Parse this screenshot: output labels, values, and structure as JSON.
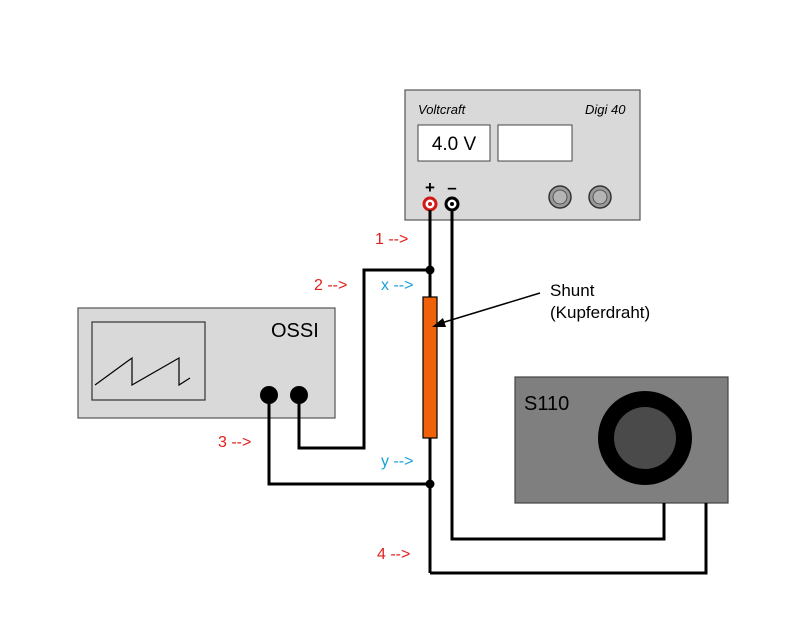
{
  "power_supply": {
    "brand": "Voltcraft",
    "model": "Digi 40",
    "display_voltage": "4.0 V",
    "plus_symbol": "+",
    "minus_symbol": "–"
  },
  "oscilloscope": {
    "label": "OSSI"
  },
  "speaker": {
    "label": "S110"
  },
  "shunt": {
    "line1": "Shunt",
    "line2": "(Kupferdraht)"
  },
  "markers": {
    "m1": "1 -->",
    "m2": "2 -->",
    "m3": "3 -->",
    "m4": "4 -->",
    "x": "x -->",
    "y": "y -->"
  },
  "colors": {
    "red_marker": "#e0201c",
    "blue_marker": "#1aa0d8",
    "shunt_fill": "#f0620a",
    "wire": "#000000",
    "device_light": "#d9d9d9",
    "device_dark": "#7f7f7f"
  }
}
